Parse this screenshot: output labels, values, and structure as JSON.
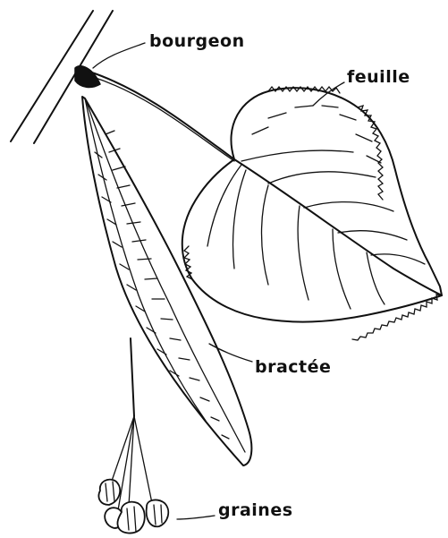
{
  "diagram": {
    "labels": {
      "bud": "bourgeon",
      "leaf": "feuille",
      "bract": "bractée",
      "seeds": "graines"
    },
    "colors": {
      "ink": "#111111",
      "background": "#ffffff"
    }
  }
}
